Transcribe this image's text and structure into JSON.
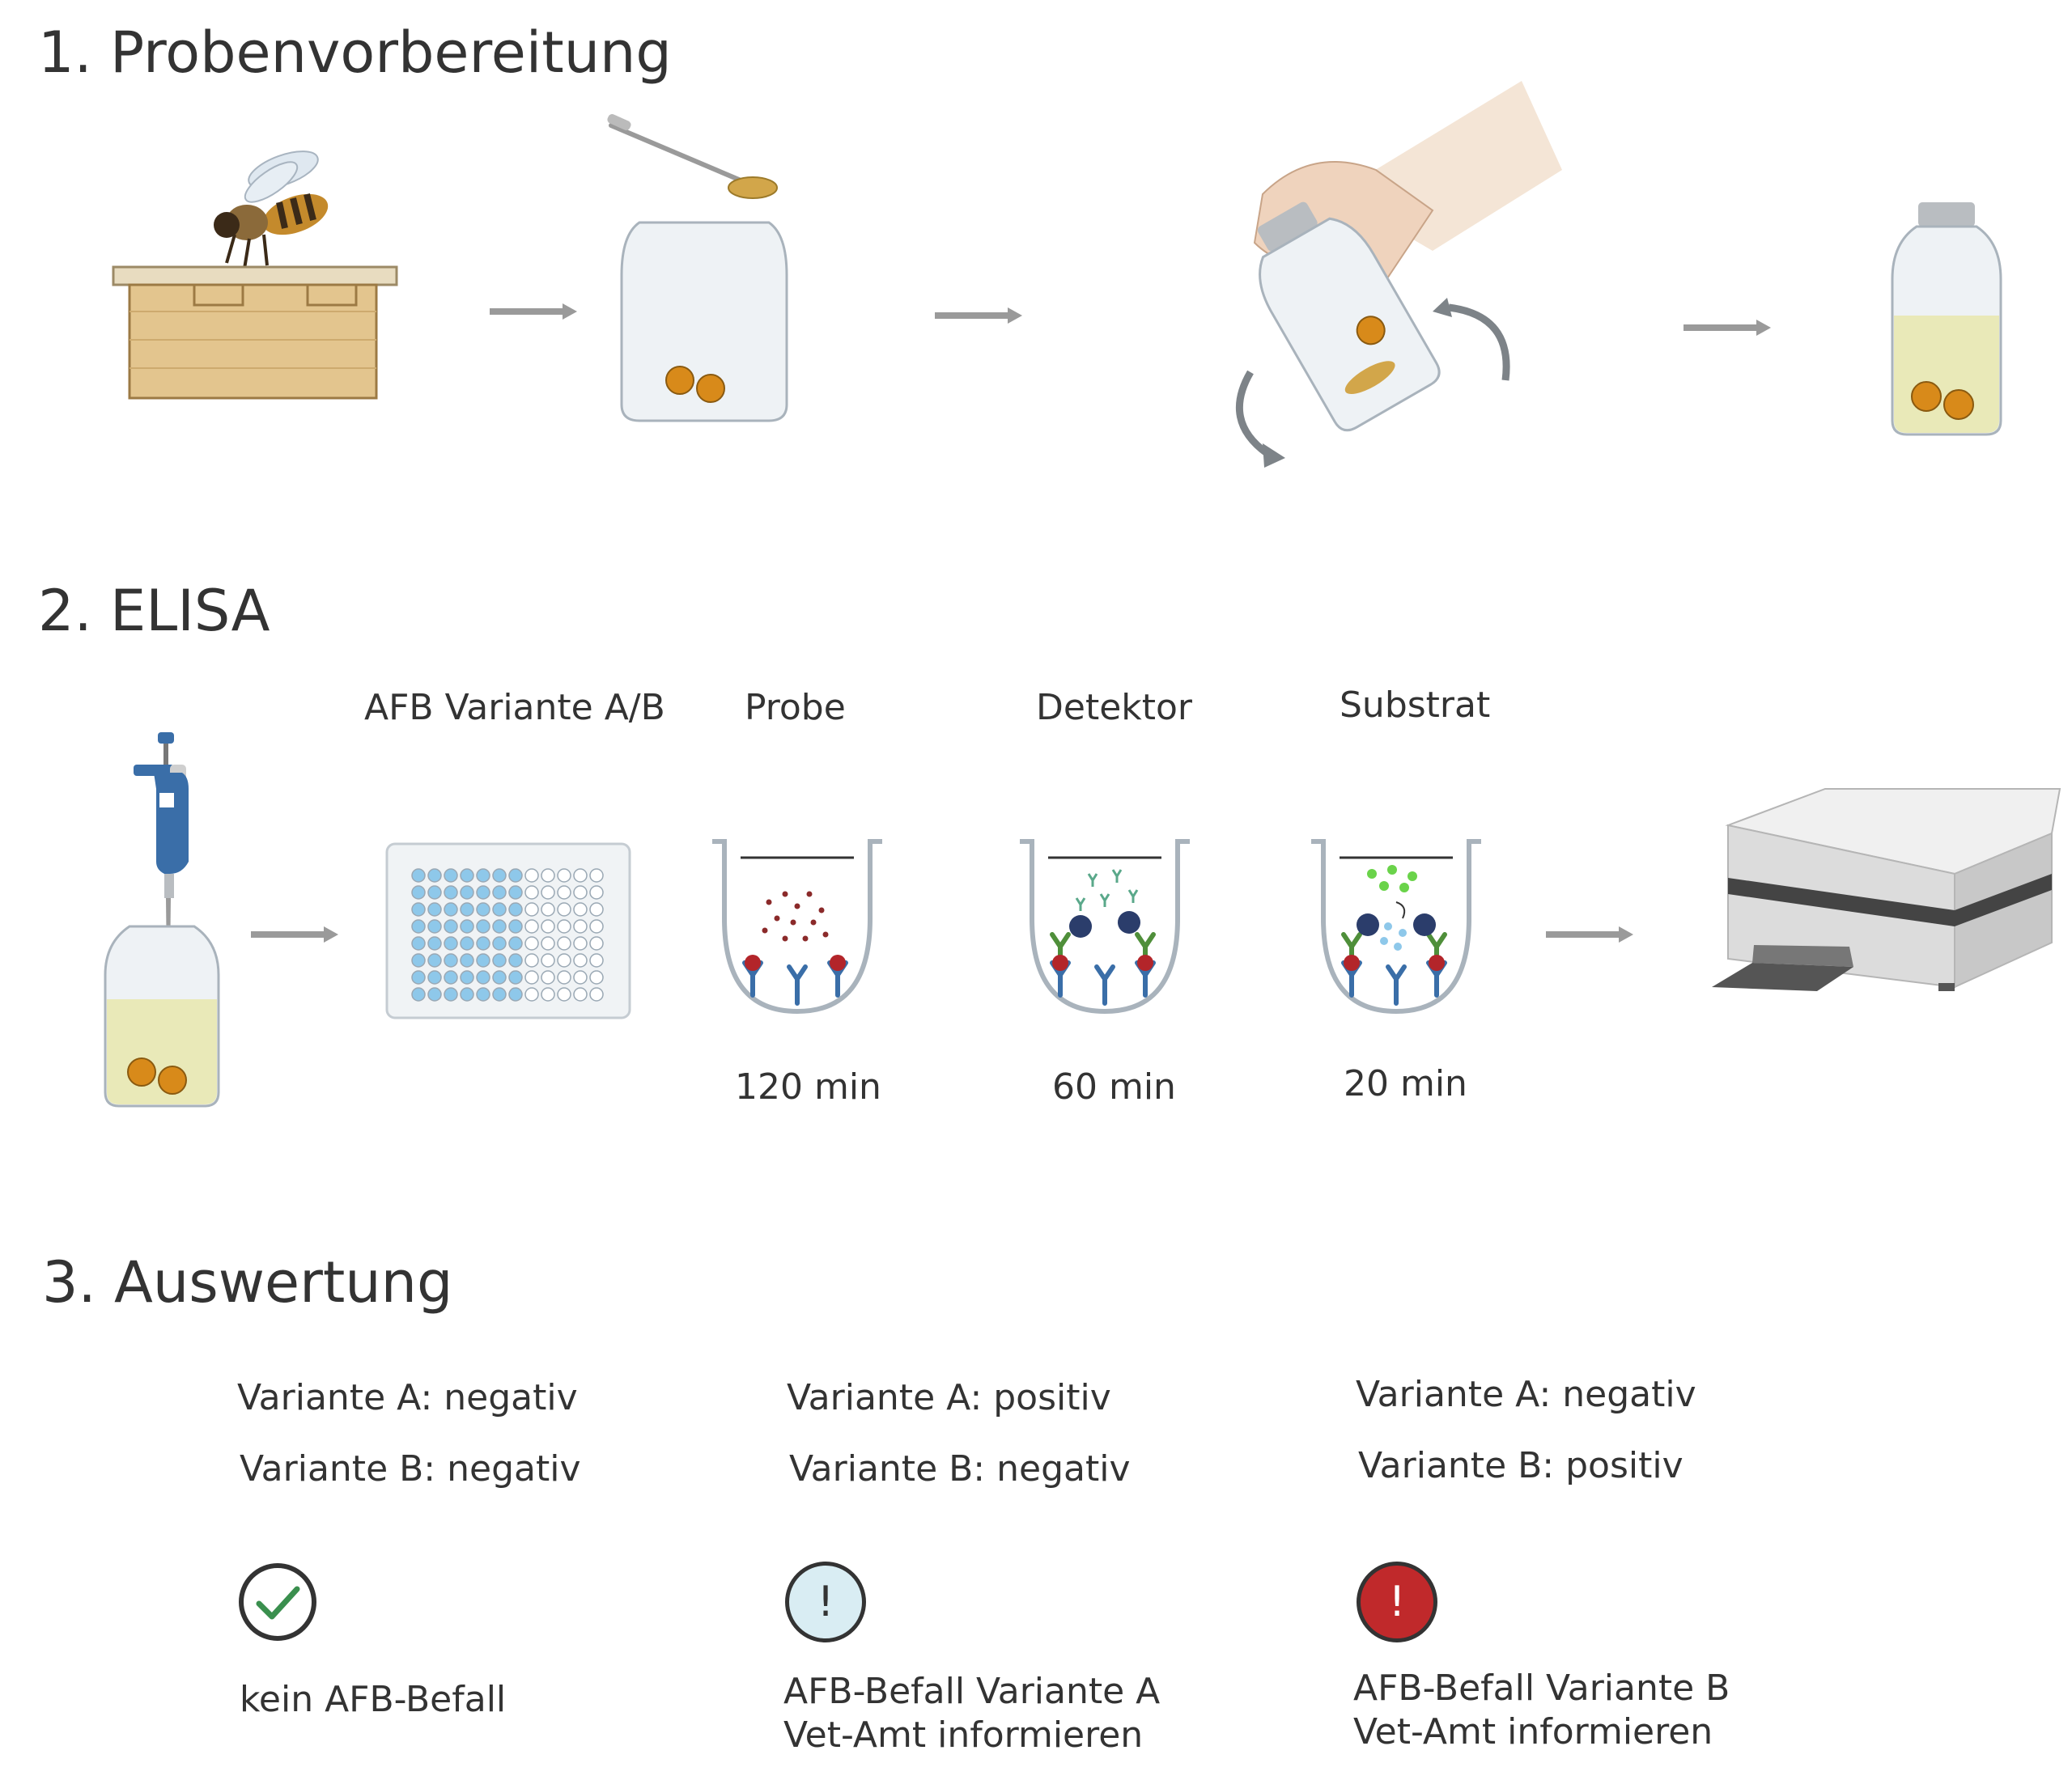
{
  "sections": {
    "prep": {
      "title": "1. Probenvorbereitung"
    },
    "elisa": {
      "title": "2. ELISA",
      "steps": [
        {
          "label": "AFB Variante A/B",
          "time": ""
        },
        {
          "label": "Probe",
          "time": "120 min"
        },
        {
          "label": "Detektor",
          "time": "60 min"
        },
        {
          "label": "Substrat",
          "time": "20 min"
        }
      ]
    },
    "eval": {
      "title": "3. Auswertung",
      "results": [
        {
          "line_a": "Variante A: negativ",
          "line_b": "Variante B: negativ",
          "icon": "check-circle-icon",
          "icon_symbol": "",
          "outcome_1": "kein AFB-Befall",
          "outcome_2": "",
          "color": "#3a8f4e"
        },
        {
          "line_a": "Variante A: positiv",
          "line_b": "Variante B: negativ",
          "icon": "info-alert-icon",
          "icon_symbol": "!",
          "outcome_1": "AFB-Befall Variante A",
          "outcome_2": "Vet-Amt informieren",
          "color": "#d9edf3"
        },
        {
          "line_a": "Variante A: negativ",
          "line_b": "Variante B: positiv",
          "icon": "danger-alert-icon",
          "icon_symbol": "!",
          "outcome_1": "AFB-Befall Variante B",
          "outcome_2": "Vet-Amt informieren",
          "color": "#c0292b"
        }
      ]
    }
  },
  "colors": {
    "arrow": "#9a9a9a",
    "larva": "#d88a1a",
    "liquid": "#e9e9b8",
    "well_blue": "#8ec8ea",
    "antibody_blue": "#3a6ea8",
    "antigen_red": "#b3252a",
    "detector_green": "#4f8f3a",
    "substrate_green": "#6ad34a"
  }
}
